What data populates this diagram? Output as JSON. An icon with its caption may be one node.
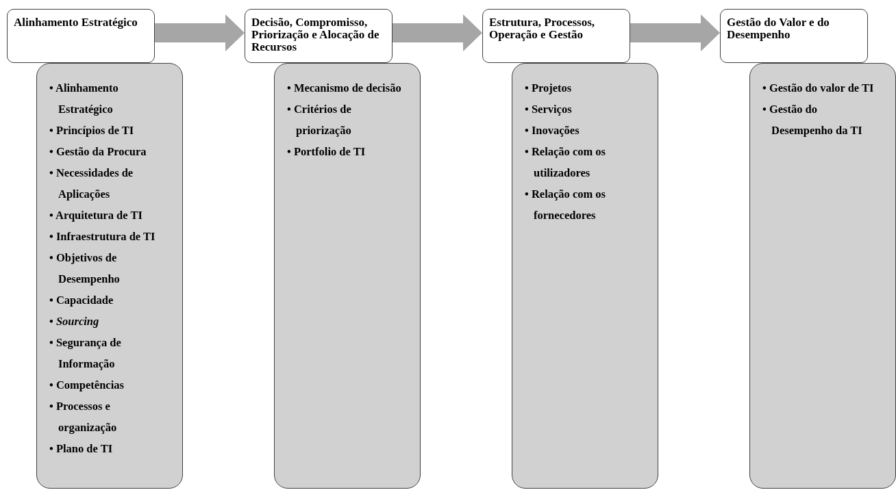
{
  "diagram": {
    "nodes": [
      {
        "text": [
          "Alinhamento Estratégico"
        ]
      },
      {
        "text": [
          "• Alinhamento Estratégico",
          "• Princípios de TI",
          "• Gestão da Procura",
          "• Necessidades de Aplicações",
          "• Arquitetura de TI",
          "• Infraestrutura de TI",
          "• Objetivos de Desempenho",
          "• Capacidade",
          "• *Sourcing*",
          "• Segurança de Informação",
          "• Competências",
          "• Processos e organização",
          "• Plano de TI"
        ]
      },
      {
        "text": [
          "Decisão, Compromisso, Priorização e Alocação de Recursos"
        ]
      },
      {
        "text": [
          "• Mecanismo de decisão",
          "• Critérios de priorização",
          "• Portfolio de TI"
        ]
      },
      {
        "text": [
          "Estrutura, Processos, Operação e Gestão"
        ]
      },
      {
        "text": [
          "• Projetos",
          "• Serviços",
          "• Inovações",
          "• Relação com os utilizadores",
          "• Relação com os fornecedores"
        ]
      },
      {
        "text": [
          "Gestão do Valor e do Desempenho"
        ]
      },
      {
        "text": [
          "• Gestão do valor de TI",
          "• Gestão do Desempenho da TI"
        ]
      }
    ],
    "edges": [
      {
        "from": 0,
        "to": 2,
        "arrow": "to",
        "style": "thick",
        "color": "#a6a6a6"
      },
      {
        "from": 2,
        "to": 4,
        "arrow": "to",
        "style": "thick",
        "color": "#a6a6a6"
      },
      {
        "from": 4,
        "to": 6,
        "arrow": "to",
        "style": "thick",
        "color": "#a6a6a6"
      }
    ]
  }
}
